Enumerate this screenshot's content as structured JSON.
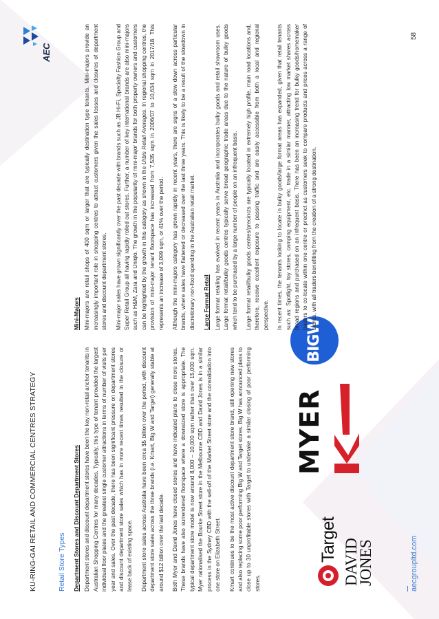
{
  "header": {
    "title": "KU-RING-GAI RETAIL AND COMMERCIAL CENTRES STRATEGY"
  },
  "logo": {
    "text": "AEC"
  },
  "section": {
    "title": "Retail Store Types"
  },
  "left": {
    "heading": "Department Stores and Discount Department Stores",
    "p1": "Department stores and discount department stores have been the key non-retail anchor tenants in Australian Shopping Centres for many decades. Typically, this type of tenant provided the largest individual floor plates and the greatest single customer attractions in terms of number of visits per year and sales. Over the past decade, there has been significant pressure on department stores and discount department store sales which has in more recent times resulted in the closure or lease back of existing space.",
    "p2": "Department store sales across Australia have been circa $5 billion over the period, with discount department store sales across the three brands (i.e. Kmart, Big W and Target) generally stable at around $12 billion over the last decade.",
    "p3": "Both Myer and David Jones have closed stores and have indicated plans to close more stores. These brands have also surrendered floorspace where a downsized store is appropriate. The typical department store model is now around 8,000 – 10,000 sqm rather than over 15,000 sqm. Myer rationalised the Bourke Street store in the Melbourne CBD and David Jones is in a similar process in the Sydney CBD with the sell-off of the Market Street store and the consolidation into one store on Elizabeth Street.",
    "p4": "Kmart continues to be the most active discount department store brand, still opening new stores and also replacing some poor performing Big W and Target stores. Big W has announced plans to close up to 30 unprofitable stores with Target to undertake a similar closing of poor performing stores."
  },
  "brands": {
    "target": "Target",
    "david_jones_1": "DAVID",
    "david_jones_2": "JONES",
    "myer": "MYER",
    "kmart": "kmart",
    "bigw": "BIGW"
  },
  "right": {
    "heading1": "Mini-Majors",
    "p1": "Mini-majors are retail shops of 400 sqm or larger that are typically destination type tenants. Mini-majors provide an increasingly important role in shopping centres to attract customers given the sales losses and closures of department stores and discount department stores.",
    "p2_a": "Mini-major sales have grown significantly over the past decade with brands such as JB Hi-Fi, Specialty Fashion Group and Super Retail Group all having rapidly rolled out stores. Further, a number of key international brands are also mini-majors such as H&M, Zara and Uniqlo. The growth in the popularity of mini-major brands for both property owners and customers can be highlighted by the growth in this category as shown in the ",
    "p2_em": "Urbis Retail Averages",
    "p2_b": ". In regional shopping centres, the provision of mini-major tenant floorspace has increased from 7,535 sqm in 2006/07 to 10,634 sqm in 2017/18. This represents an increase of 3,099 sqm, or 41% over the period.",
    "p3": "Although the mini-majors category has grown rapidly in recent years, there are signs of a slow down across particular brands, where sales have flattened or decreased over the last three years. This is likely to be a result of the slowdown in discretionary non-food spending in the Australian retail market.",
    "heading2": "Large Format Retail",
    "p4": "Large format retailing has evolved in recent years in Australia and incorporates bulky goods and retail showroom uses. Large format retail/bulky goods centres typically serve broad geographic trade areas due to the nature of bulky goods which tend to be purchased by a large number of people on an infrequent basis.",
    "p5": "Large format retail/bulky goods centres/precincts are typically located in extremely high profile, main road locations and, therefore, receive excellent exposure to passing traffic and are easily accessible from both a local and regional perspective.",
    "p6": "In recent times, the tenants looking to locate in bulky goods/large format areas has expanded, given that retail tenants such as: Spotlight, toy stores, camping equipment, etc. trade in a similar manner, attracting low market shares across broad regions and purchased on an infrequent basis. There has been an increasing trend for bulky goods/homemaker traders to co-locate within one centre or precinct as customers seek to compare products and prices across a range of stores, with all traders benefiting from the creation of a strong destination."
  },
  "footer": {
    "url": "aecgroupltd.com",
    "page": "58"
  },
  "colors": {
    "accent": "#3a7bd5",
    "target_red": "#d61f2c",
    "bigw_blue": "#1f5fd6",
    "kmart_red": "#d6212b"
  }
}
